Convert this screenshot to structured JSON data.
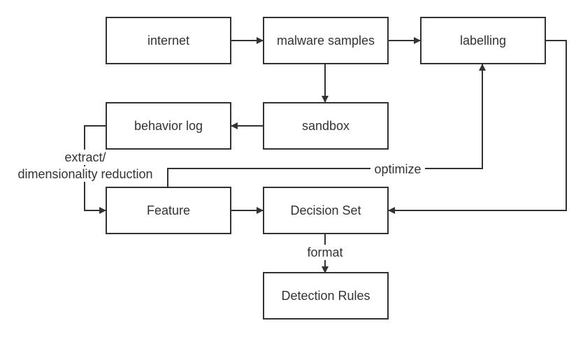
{
  "nodes": {
    "internet": "internet",
    "malware_samples": "malware samples",
    "labelling": "labelling",
    "sandbox": "sandbox",
    "behavior_log": "behavior log",
    "feature": "Feature",
    "decision_set": "Decision Set",
    "detection_rules": "Detection Rules"
  },
  "edge_labels": {
    "extract_line1": "extract/",
    "extract_line2": "dimensionality reduction",
    "optimize": "optimize",
    "format": "format"
  },
  "colors": {
    "stroke": "#333333",
    "node_fill": "#ffffff",
    "background": "#ffffff"
  }
}
